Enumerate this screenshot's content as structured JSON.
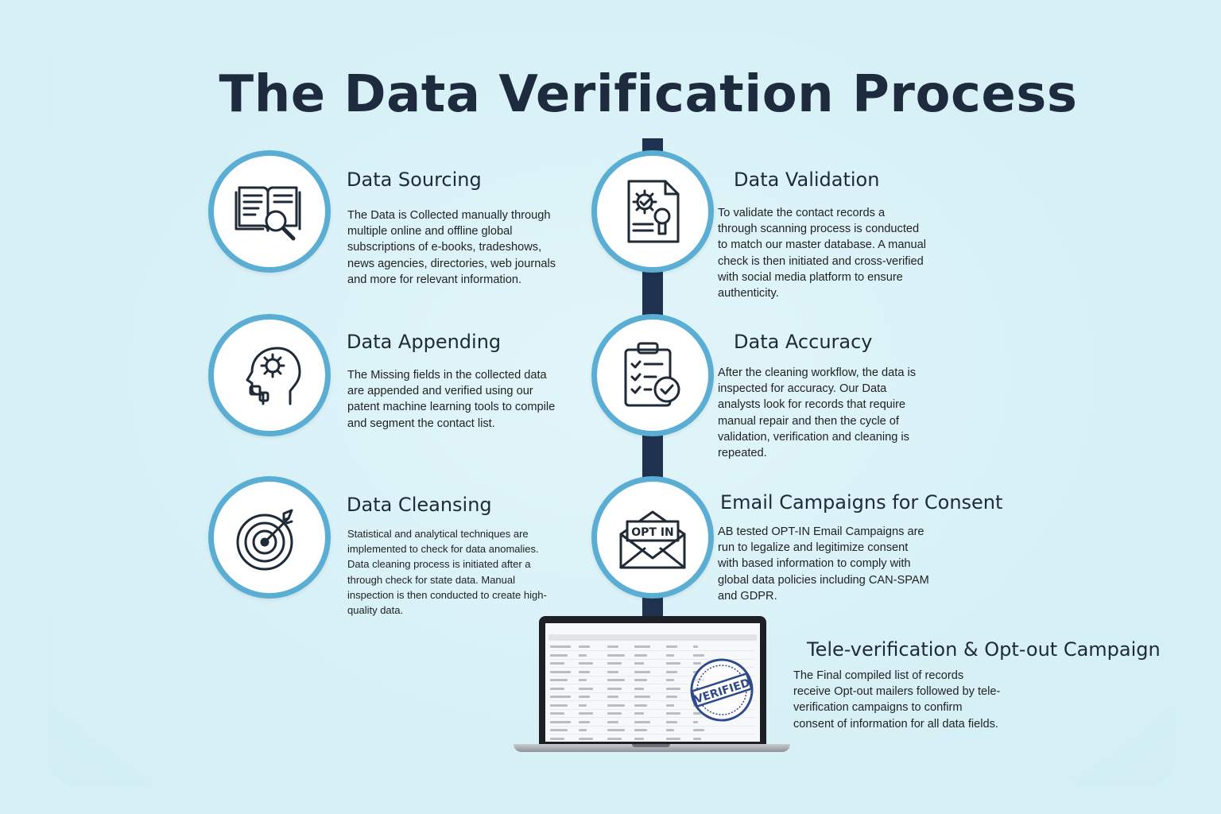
{
  "title": "The Data Verification Process",
  "colors": {
    "background": "#d5f0f6",
    "circle_ring": "#5aaed3",
    "spine": "#1f3350",
    "title": "#1e2b3f",
    "stamp": "#2f4a8a"
  },
  "steps": [
    {
      "heading": "Data Sourcing",
      "icon": "book-magnifier-icon",
      "lines": [
        "The Data is Collected manually through",
        "multiple online and offline global",
        "subscriptions of e-books, tradeshows,",
        "news agencies, directories, web journals",
        "and more for relevant information."
      ]
    },
    {
      "heading": "Data Validation",
      "icon": "document-gear-magnifier-icon",
      "lines": [
        "To validate the contact records a",
        "through scanning process is conducted",
        "to match our master database. A manual",
        "check is then initiated and cross-verified",
        "with social media platform to ensure",
        "authenticity."
      ]
    },
    {
      "heading": "Data Appending",
      "icon": "head-gear-icon",
      "lines": [
        "The Missing fields in the collected data",
        "are appended and verified using our",
        "patent machine learning tools to compile",
        "and segment the contact list."
      ]
    },
    {
      "heading": "Data Accuracy",
      "icon": "clipboard-checklist-icon",
      "lines": [
        "After the cleaning workflow, the data is",
        "inspected for accuracy. Our Data",
        "analysts look for records that require",
        "manual repair and then the cycle of",
        "validation, verification and cleaning is",
        "repeated."
      ]
    },
    {
      "heading": "Data Cleansing",
      "icon": "target-arrow-icon",
      "lines": [
        "Statistical and analytical techniques are",
        "implemented to check for data anomalies.",
        "Data cleaning process is initiated after a",
        "through check for state data. Manual",
        "inspection is then conducted to create high-",
        "quality data."
      ]
    },
    {
      "heading": "Email Campaigns for Consent",
      "icon": "envelope-optin-icon",
      "icon_text": "OPT IN",
      "lines": [
        "AB tested OPT-IN Email Campaigns are",
        "run to legalize and legitimize consent",
        "with based information to comply with",
        "global data policies including CAN-SPAM",
        "and GDPR."
      ]
    },
    {
      "heading": "Tele-verification & Opt-out Campaign",
      "icon": "laptop-verified-icon",
      "stamp_text": "VERIFIED",
      "lines": [
        "The Final compiled list of records",
        "receive Opt-out mailers followed by tele-",
        "verification campaigns to confirm",
        "consent of information for all data fields."
      ]
    }
  ]
}
